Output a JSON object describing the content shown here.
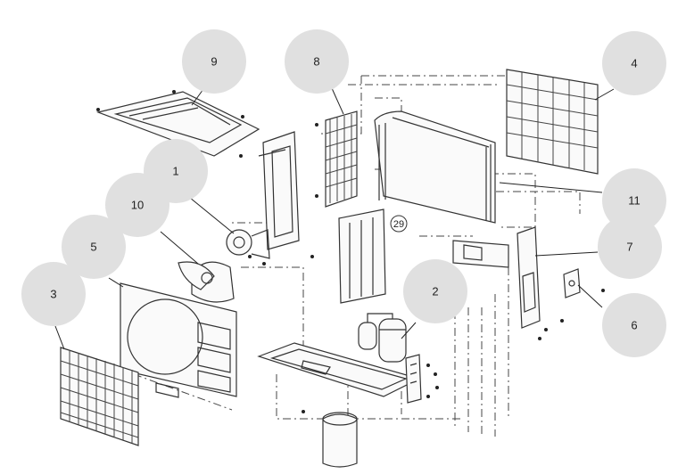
{
  "diagram": {
    "callouts": [
      {
        "id": "c9",
        "label": "9"
      },
      {
        "id": "c8",
        "label": "8"
      },
      {
        "id": "c4",
        "label": "4"
      },
      {
        "id": "c1",
        "label": "1"
      },
      {
        "id": "c10",
        "label": "10"
      },
      {
        "id": "c11",
        "label": "11"
      },
      {
        "id": "c5",
        "label": "5"
      },
      {
        "id": "c7",
        "label": "7"
      },
      {
        "id": "c3",
        "label": "3"
      },
      {
        "id": "c2",
        "label": "2"
      },
      {
        "id": "c6",
        "label": "6"
      }
    ],
    "inline_labels": [
      {
        "id": "i29",
        "label": "29"
      }
    ]
  }
}
